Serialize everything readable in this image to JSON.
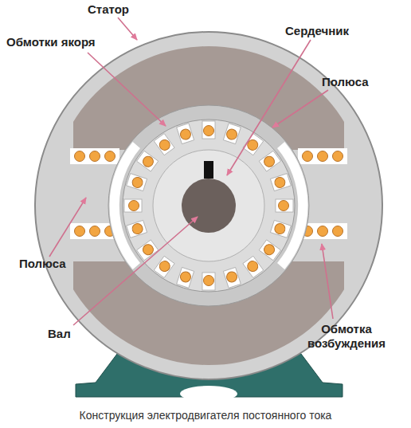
{
  "diagram": {
    "caption": "Конструкция электродвигателя постоянного тока",
    "labels": [
      "Статор",
      "Обмотки якоря",
      "Сердечник",
      "Полюса",
      "Полюса",
      "Вал",
      "Обмотка возбуждения"
    ]
  }
}
